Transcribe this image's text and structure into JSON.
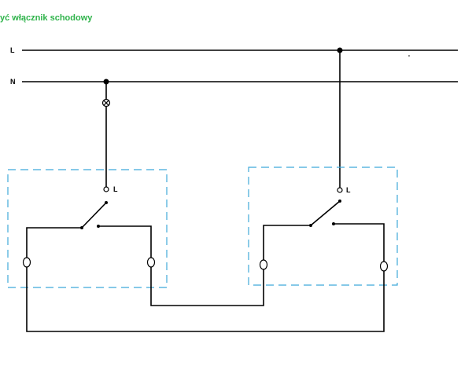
{
  "title": "yć włącznik schodowy",
  "colors": {
    "title": "#2eb34a",
    "wire": "#000000",
    "box_border": "#3fa9d9",
    "background": "#ffffff"
  },
  "labels": {
    "line": "L",
    "neutral": "N",
    "switch1_terminal": "L",
    "switch2_terminal": "L"
  },
  "icons": {
    "lamp": "lamp-icon"
  }
}
